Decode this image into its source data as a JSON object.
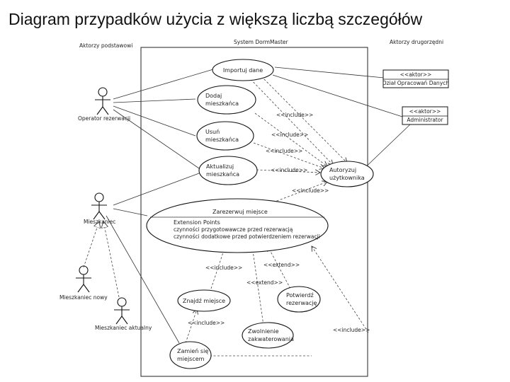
{
  "slide_title": "Diagram przypadków użycia z większą liczbą szczegółów",
  "header_labels": {
    "primary_actors": "Aktorzy podstawowi",
    "system": "System DormMaster",
    "secondary_actors": "Aktorzy drugorzędni"
  },
  "actors": {
    "operator": "Operator rezerwacji",
    "resident": "Mieszkaniec",
    "new_resident": "Mieszkaniec nowy",
    "current_resident": "Mieszkaniec aktualny"
  },
  "secondary_actors": {
    "data_systems": {
      "stereotype": "<<aktor>>",
      "name": "Dział Opracowań Danych"
    },
    "administrator": {
      "stereotype": "<<aktor>>",
      "name": "Administrator"
    }
  },
  "use_cases": {
    "import_data": [
      "Importuj dane"
    ],
    "add_resident": [
      "Dodaj",
      "mieszkańca"
    ],
    "remove_resident": [
      "Usuń",
      "mieszkańca"
    ],
    "update_resident": [
      "Aktualizuj",
      "mieszkańca"
    ],
    "authorize_user": [
      "Autoryzuj",
      "użytkownika"
    ],
    "book_place": {
      "name": "Zarezerwuj miejsce",
      "ext_title": "Extension Points",
      "ext_lines": [
        "czynności przygotowawcze przed rezerwacją",
        "czynności dodatkowe przed potwierdzeniem rezerwacji"
      ]
    },
    "find_place": [
      "Znajdź miejsce"
    ],
    "confirm_booking": [
      "Potwierdź",
      "rezerwację"
    ],
    "release_place": [
      "Zwolnienie",
      "zakwaterowania"
    ],
    "swap_place": [
      "Zamień się",
      "miejscem"
    ]
  },
  "stereotypes": {
    "include": "<<include>>",
    "extend": "<<extend>>"
  }
}
